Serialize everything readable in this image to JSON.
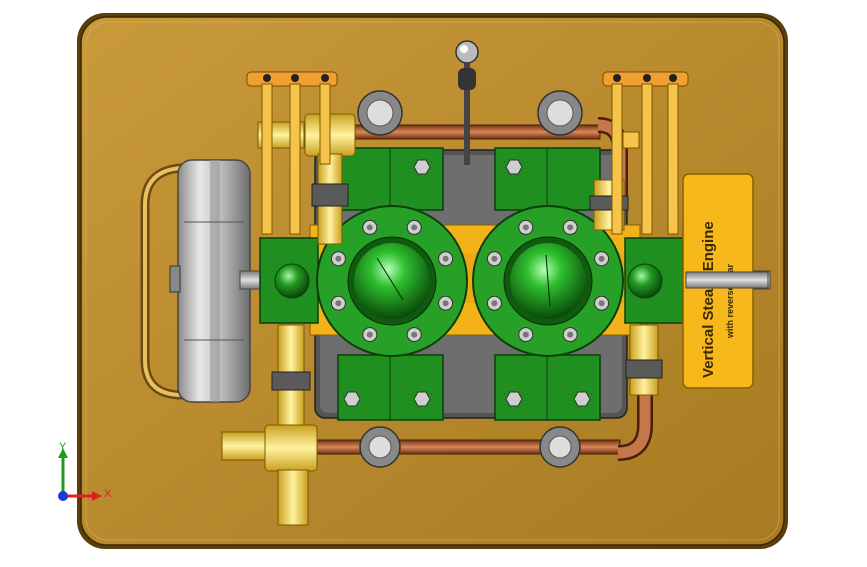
{
  "model": {
    "plate_title": "Vertical Steam Engine",
    "plate_subtitle": "with reverse gear"
  },
  "triad": {
    "x_label": "X",
    "y_label": "Y"
  },
  "colors": {
    "base_plate": "#b8862a",
    "base_plate_edge": "#6b4a10",
    "brass": "#f2d24a",
    "brass_dark": "#b5901a",
    "green": "#1e8f1e",
    "green_dark": "#0d5a0d",
    "copper": "#a0522d",
    "orange": "#f0a030",
    "steel": "#c8c8c8",
    "name_plate": "#f7b81c"
  }
}
